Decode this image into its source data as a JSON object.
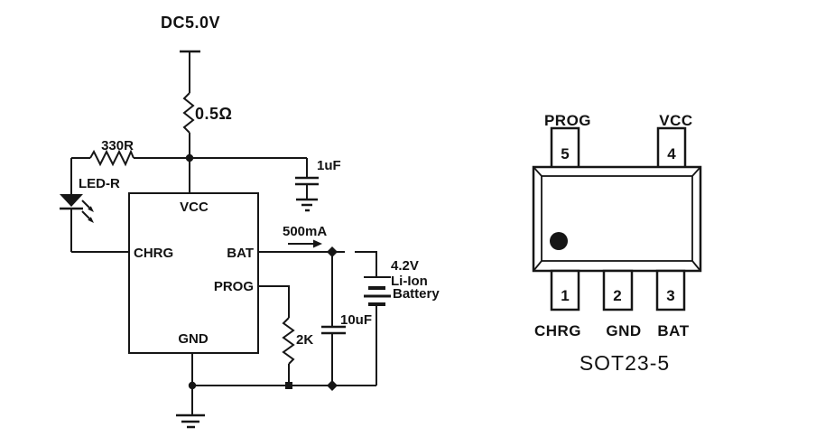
{
  "schematic": {
    "supply_label": "DC5.0V",
    "input_resistor": "0.5Ω",
    "led_resistor": "330R",
    "led_label": "LED-R",
    "input_cap": "1uF",
    "current_label": "500mA",
    "battery_voltage": "4.2V",
    "battery_chemistry": "Li-Ion",
    "battery_word": "Battery",
    "output_cap": "10uF",
    "prog_resistor": "2K",
    "ic": {
      "pin_vcc": "VCC",
      "pin_chrg": "CHRG",
      "pin_bat": "BAT",
      "pin_prog": "PROG",
      "pin_gnd": "GND"
    }
  },
  "package": {
    "name": "SOT23-5",
    "top_pins": [
      {
        "number": "5",
        "label": "PROG"
      },
      {
        "number": "4",
        "label": "VCC"
      }
    ],
    "bottom_pins": [
      {
        "number": "1",
        "label": "CHRG"
      },
      {
        "number": "2",
        "label": "GND"
      },
      {
        "number": "3",
        "label": "BAT"
      }
    ]
  },
  "colors": {
    "ink": "#161616",
    "background": "#ffffff"
  }
}
